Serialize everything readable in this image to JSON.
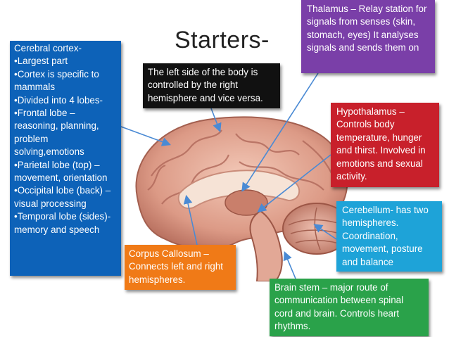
{
  "slide": {
    "title": "Starters-",
    "note": "The left side of the body is controlled by the right hemisphere and vice versa.",
    "cortex": {
      "lines": [
        "Cerebral cortex-",
        "•Largest part",
        "•Cortex is specific to mammals",
        "•Divided into 4 lobes-",
        "•Frontal lobe – reasoning, planning, problem solving,emotions",
        "•Parietal lobe (top) – movement, orientation",
        "•Occipital lobe (back) – visual processing",
        "•Temporal lobe (sides)- memory and speech"
      ]
    },
    "thalamus": "Thalamus – Relay station for signals from senses (skin, stomach, eyes) It analyses signals and sends them on",
    "hypothalamus": "Hypothalamus – Controls body temperature, hunger and thirst. Involved in emotions and sexual activity.",
    "cerebellum": "Cerebellum- has two hemispheres. Coordination, movement, posture and balance",
    "corpus_callosum": "Corpus Callosum – Connects left and right hemispheres.",
    "brain_stem": "Brain stem – major route of communication between spinal cord and brain. Controls heart rhythms."
  },
  "colors": {
    "cortex": "#0d62b8",
    "note": "#111111",
    "thalamus": "#7a3fa8",
    "hypothalamus": "#c8202b",
    "cerebellum": "#1ea3d8",
    "corpus_callosum": "#f07a17",
    "brain_stem": "#2aa24a"
  }
}
